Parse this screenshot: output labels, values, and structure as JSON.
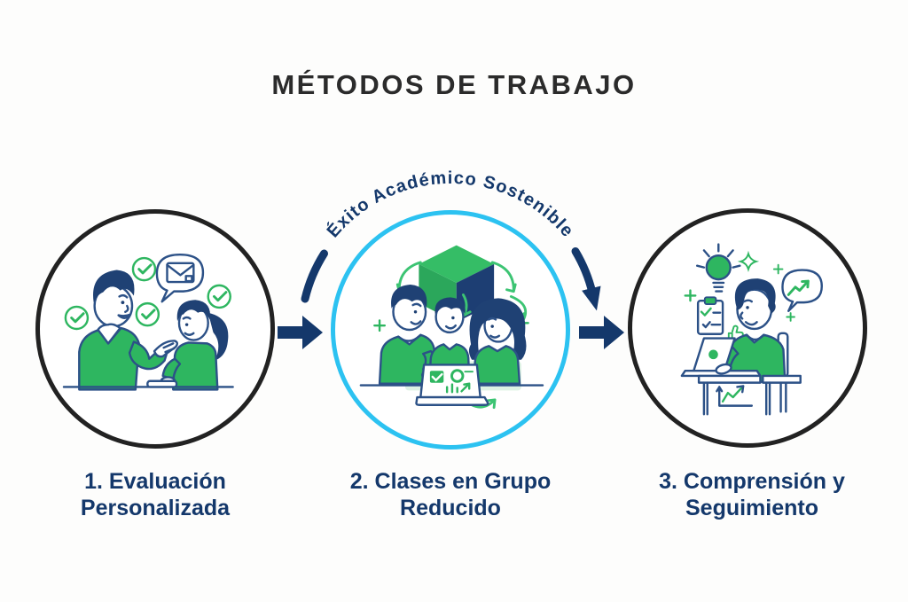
{
  "title": "MÉTODOS DE TRABAJO",
  "arc_label": "Éxito Académico Sostenible",
  "steps": [
    {
      "label": "1. Evaluación Personalizada",
      "illustration": "tutor talking with student, email bubble and green checkmarks"
    },
    {
      "label": "2. Clases en Grupo Reducido",
      "illustration": "three students around a laptop under a 3D cube with circulating arrows"
    },
    {
      "label": "3. Comprensión y Seguimiento",
      "illustration": "student at desk with laptop, lightbulb, checklist and growth chart"
    }
  ],
  "colors": {
    "navy": "#14386b",
    "outline": "#2c5187",
    "hair": "#1f4174",
    "green": "#2eb660",
    "green_dark": "#28a356",
    "cyan": "#2cc2f1",
    "band": "#cdebd6",
    "dark_circle": "#222222",
    "title_color": "#2b2b2b",
    "background": "#fdfdfc",
    "cube_right": "#1d3e73"
  }
}
